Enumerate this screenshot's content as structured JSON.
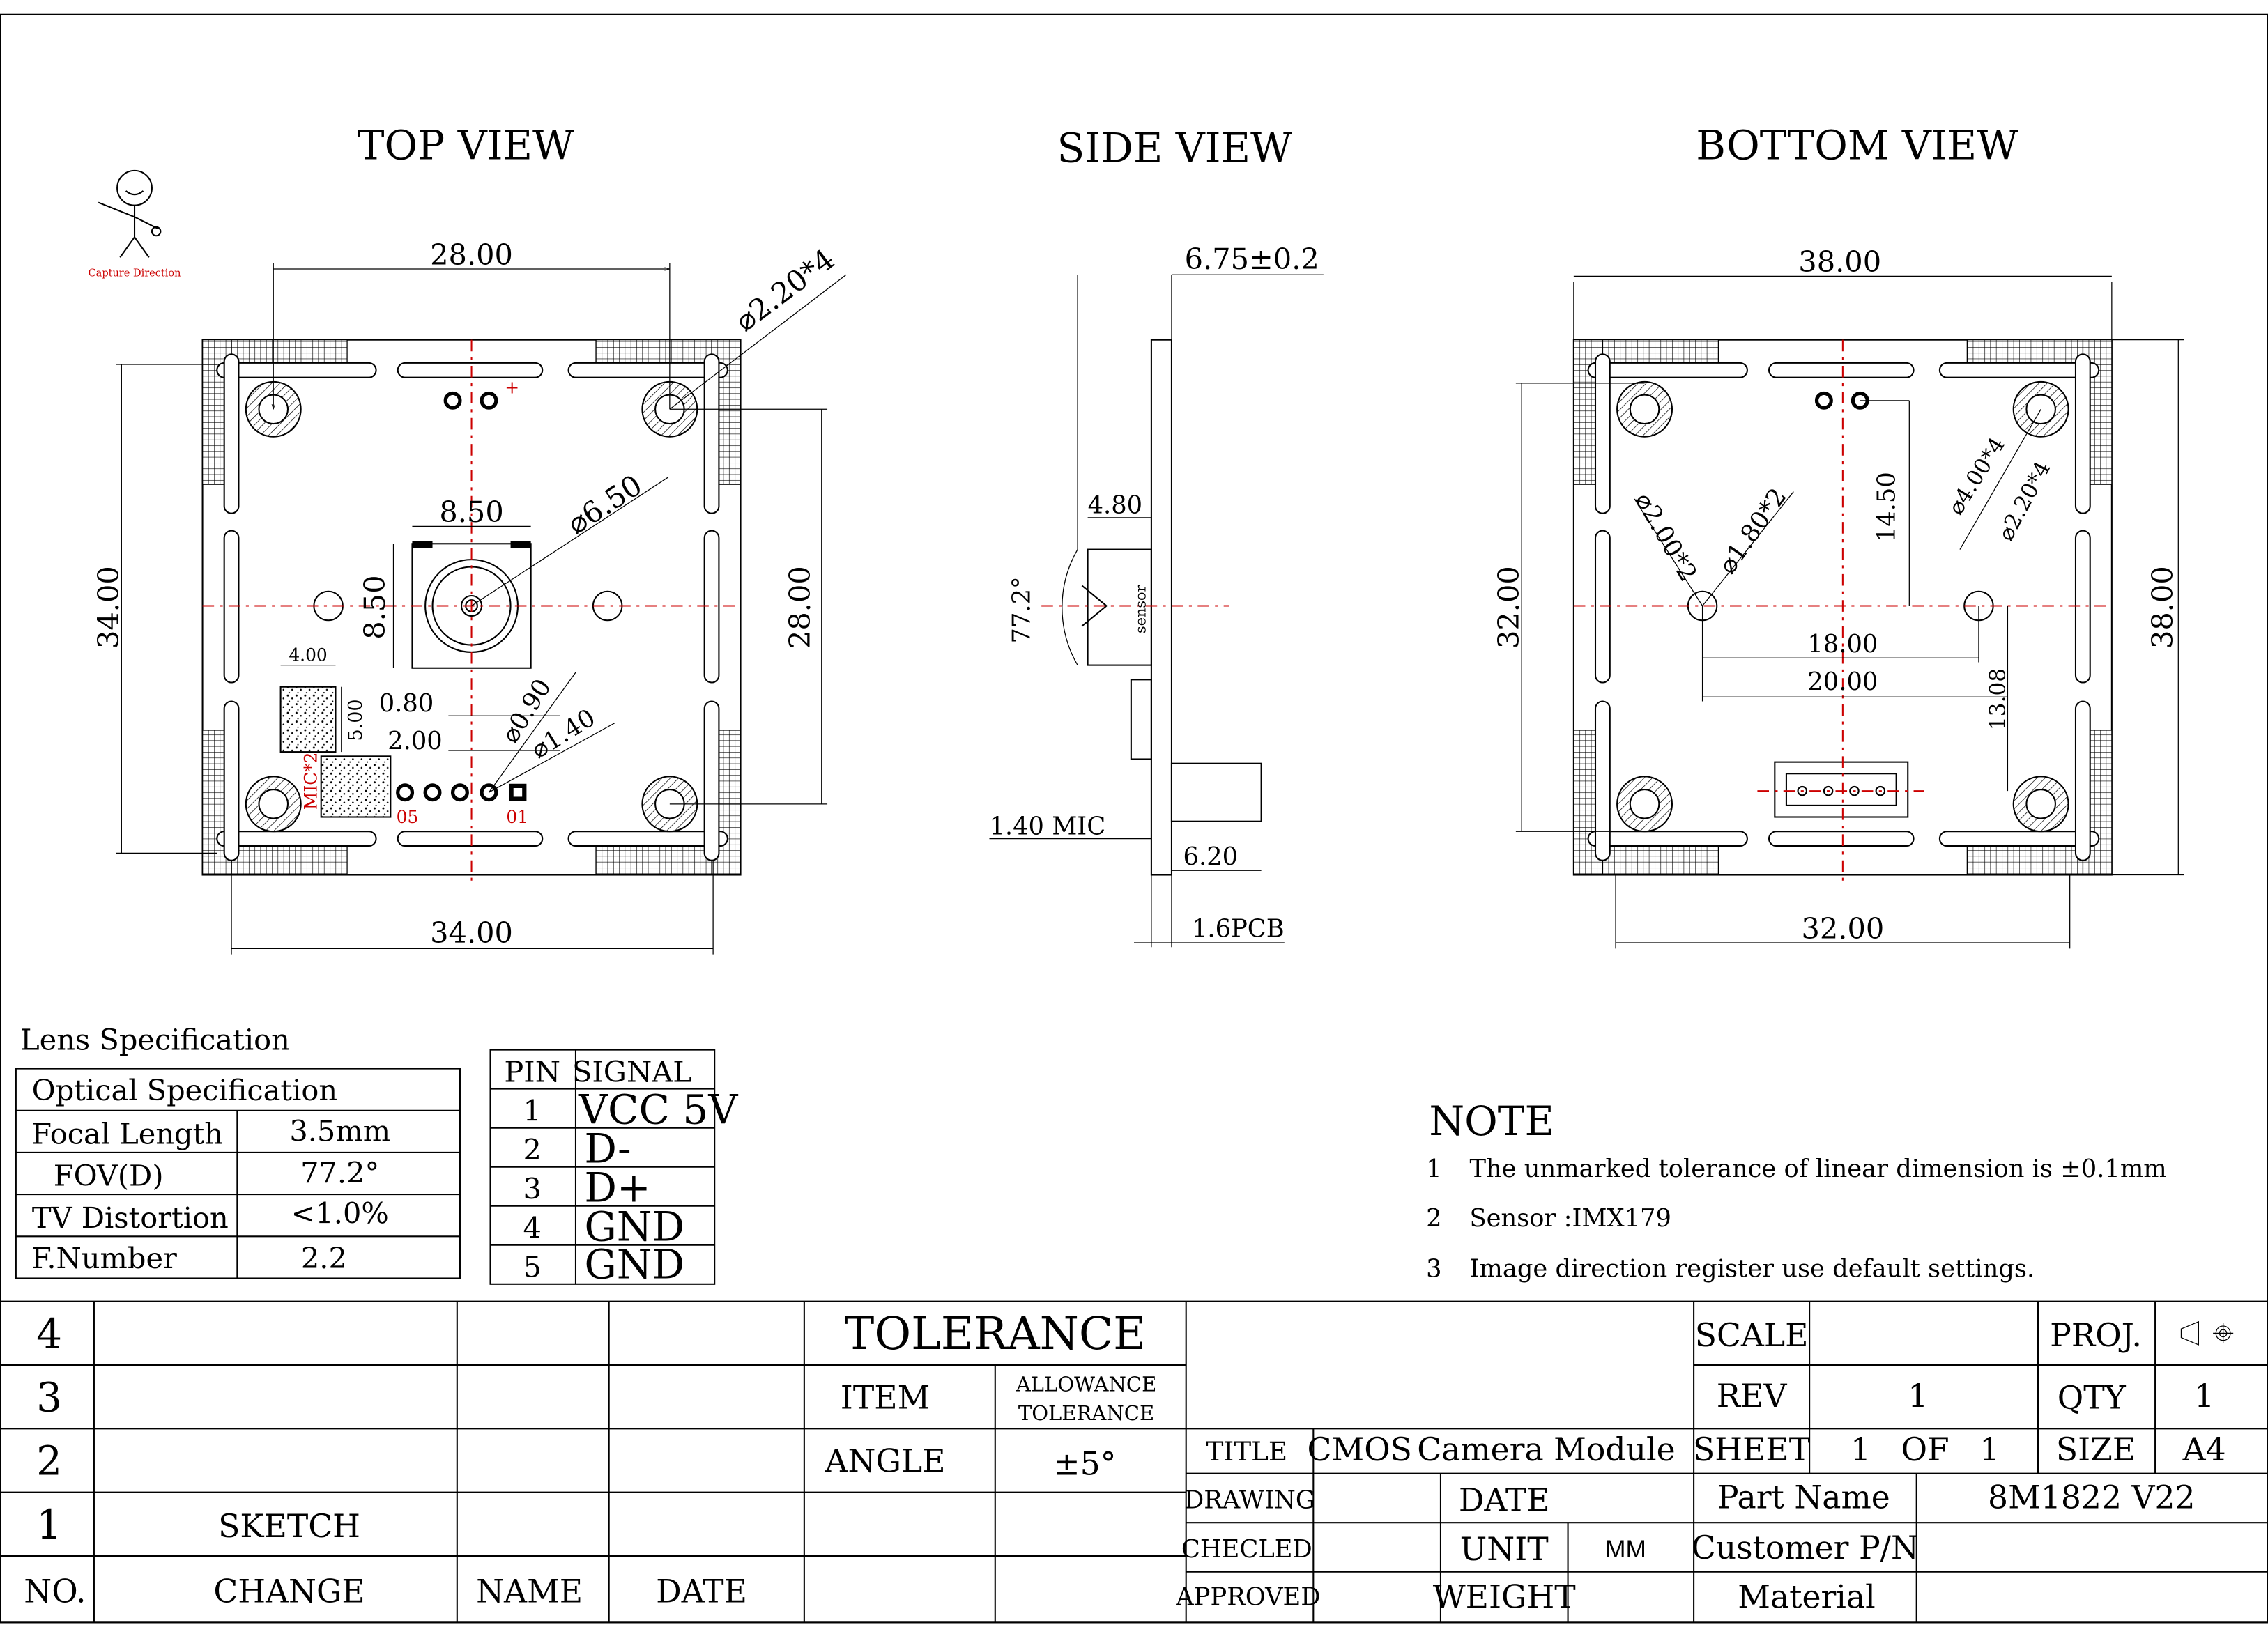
{
  "views": {
    "top": "TOP VIEW",
    "side": "SIDE VIEW",
    "bottom": "BOTTOM VIEW"
  },
  "top_view": {
    "capture_direction": "Capture Direction",
    "width_holes": "28.00",
    "height_board": "34.00",
    "height_holes": "28.00",
    "width_board": "34.00",
    "mount_hole": "⌀2.20*4",
    "lens_width": "8.50",
    "lens_height": "8.50",
    "lens_diameter": "⌀6.50",
    "mic_width": "4.00",
    "mic_height": "5.00",
    "pin_pitch_a": "0.80",
    "pin_pitch_b": "2.00",
    "pin_hole": "⌀0.90",
    "pin_pad": "⌀1.40",
    "mic_label": "MIC*2",
    "pin_05": "05",
    "pin_01": "01"
  },
  "side_view": {
    "thickness": "6.75±0.2",
    "lens_height": "4.80",
    "fov": "77.2°",
    "sensor": "sensor",
    "mic": "1.40 MIC",
    "connector": "6.20",
    "pcb": "1.6PCB"
  },
  "bottom_view": {
    "width_board": "38.00",
    "height_holes": "32.00",
    "height_board": "38.00",
    "width_holes": "32.00",
    "hole_a": "⌀2.00*2",
    "hole_b": "⌀1.80*2",
    "offset_v": "14.50",
    "hole_c": "⌀4.00*4",
    "hole_d": "⌀2.20*4",
    "spacing_a": "18.00",
    "spacing_b": "20.00",
    "offset_conn": "13.08"
  },
  "lens_spec": {
    "title": "Lens Specification",
    "header": "Optical Specification",
    "rows": [
      {
        "label": "Focal Length",
        "value": "3.5mm"
      },
      {
        "label": "FOV(D)",
        "value": "77.2°"
      },
      {
        "label": "TV Distortion",
        "value": "<1.0%"
      },
      {
        "label": "F.Number",
        "value": "2.2"
      }
    ]
  },
  "pin_table": {
    "headers": [
      "PIN",
      "SIGNAL"
    ],
    "rows": [
      {
        "pin": "1",
        "signal": "VCC 5V"
      },
      {
        "pin": "2",
        "signal": "D-"
      },
      {
        "pin": "3",
        "signal": "D+"
      },
      {
        "pin": "4",
        "signal": "GND"
      },
      {
        "pin": "5",
        "signal": "GND"
      }
    ]
  },
  "notes": {
    "title": "NOTE",
    "items": [
      {
        "n": "1",
        "text": "The unmarked tolerance of linear dimension is ±0.1mm"
      },
      {
        "n": "2",
        "text": "Sensor :IMX179"
      },
      {
        "n": "3",
        "text": "Image direction register use default settings."
      }
    ]
  },
  "revision_block": {
    "rows": [
      "4",
      "3",
      "2",
      "1"
    ],
    "row1_change": "SKETCH",
    "headers": {
      "no": "NO.",
      "change": "CHANGE",
      "name": "NAME",
      "date": "DATE"
    }
  },
  "tolerance": {
    "title": "TOLERANCE",
    "item": "ITEM",
    "allowance_1": "ALLOWANCE",
    "allowance_2": "TOLERANCE",
    "angle": "ANGLE",
    "angle_value": "±5°"
  },
  "title_block": {
    "scale": "SCALE",
    "proj": "PROJ.",
    "rev": "REV",
    "rev_value": "1",
    "qty": "QTY",
    "qty_value": "1",
    "title": "TITLE",
    "title_value_1": "CMOS",
    "title_value_2": "Camera Module",
    "sheet": "SHEET",
    "sheet_value": "1   OF   1",
    "size": "SIZE",
    "size_value": "A4",
    "drawing": "DRAWING",
    "date": "DATE",
    "part_name": "Part Name",
    "part_name_value": "8M1822 V22",
    "checked": "CHECLED",
    "unit": "UNIT",
    "unit_value": "MM",
    "customer_pn": "Customer P/N",
    "approved": "APPROVED",
    "weight": "WEIGHT",
    "material": "Material"
  }
}
